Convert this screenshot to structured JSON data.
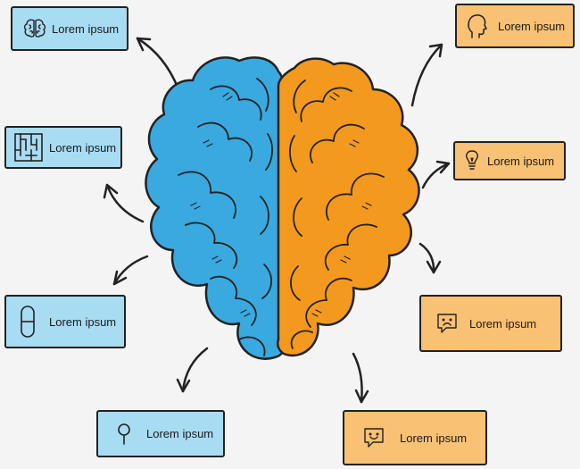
{
  "left_cards": [
    {
      "label": "Lorem ipsum",
      "icon": "brain-icon"
    },
    {
      "label": "Lorem ipsum",
      "icon": "maze-icon"
    },
    {
      "label": "Lorem ipsum",
      "icon": "pill-icon"
    },
    {
      "label": "Lorem ipsum",
      "icon": "magnifier-icon"
    }
  ],
  "right_cards": [
    {
      "label": "Lorem ipsum",
      "icon": "head-profile-icon"
    },
    {
      "label": "Lorem ipsum",
      "icon": "lightbulb-icon"
    },
    {
      "label": "Lorem ipsum",
      "icon": "sad-speech-bubble-icon"
    },
    {
      "label": "Lorem ipsum",
      "icon": "happy-speech-bubble-icon"
    }
  ],
  "colors": {
    "left_hemisphere": "#3aa9e0",
    "right_hemisphere": "#f39a1e",
    "left_card": "#a8dcf2",
    "right_card": "#f8c173",
    "outline": "#222222",
    "background": "#f4f4f4"
  }
}
